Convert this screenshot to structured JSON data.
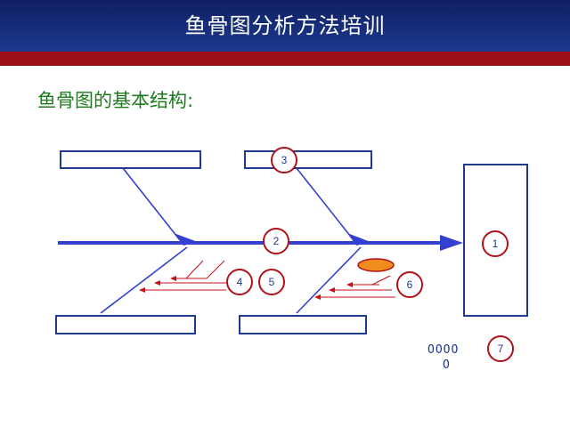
{
  "header": {
    "title": "鱼骨图分析方法培训",
    "bg": "#1c3a8f",
    "band": "#9b0e16"
  },
  "subtitle": "鱼骨图的基本结构:",
  "diagram": {
    "labels": {
      "n1": "1",
      "n2": "2",
      "n3": "3",
      "n4": "4",
      "n5": "5",
      "n6": "6",
      "n7": "7"
    },
    "ellipsis_row1": "OOOO",
    "ellipsis_row2": "O",
    "colors": {
      "spine": "#3340d0",
      "box_border": "#1f3a8f",
      "circle_border": "#b0121a",
      "sub_arrow": "#c8101a",
      "ellipse_fill": "#f08c1e"
    }
  }
}
